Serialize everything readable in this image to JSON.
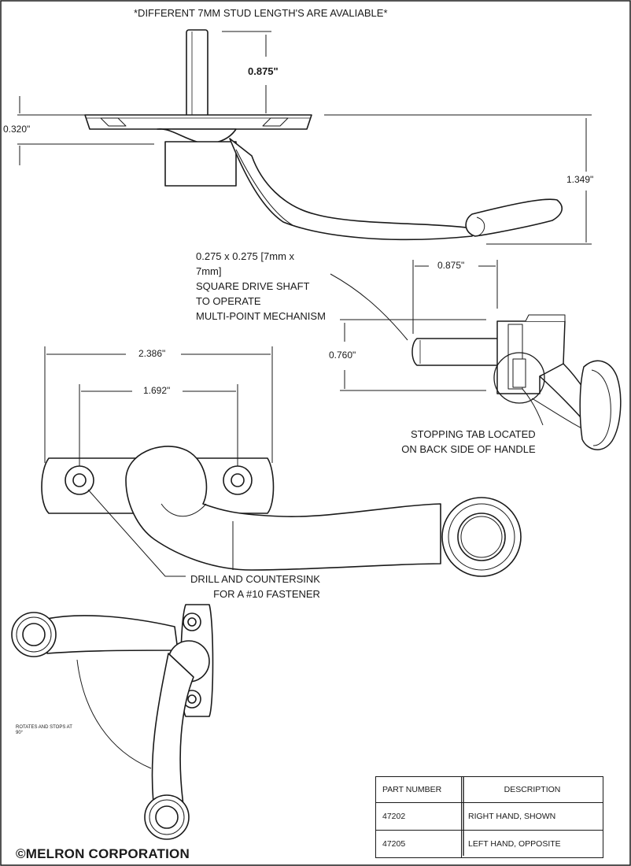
{
  "header_note": "*DIFFERENT 7MM STUD LENGTH'S ARE AVALIABLE*",
  "side_view": {
    "dim_stud": "0.875\"",
    "dim_plate": "0.320\"",
    "dim_height": "1.349\""
  },
  "drive_shaft": {
    "note_lines": [
      "0.275 x 0.275 [7mm x",
      "7mm]",
      "SQUARE DRIVE SHAFT",
      "TO OPERATE",
      "MULTI-POINT MECHANISM"
    ],
    "dim_length": "0.875\"",
    "dim_height": "0.760\"",
    "stopping_tab_lines": [
      "STOPPING TAB LOCATED",
      "ON BACK SIDE OF HANDLE"
    ]
  },
  "top_view": {
    "dim_overall": "2.386\"",
    "dim_holes": "1.692\"",
    "drill_note_lines": [
      "DRILL AND COUNTERSINK",
      "FOR A #10 FASTENER"
    ]
  },
  "rotation_note_lines": [
    "ROTATES AND STOPS AT",
    "90°"
  ],
  "parts_table": {
    "headers": [
      "PART NUMBER",
      "DESCRIPTION"
    ],
    "rows": [
      {
        "part_number": "47202",
        "description": "RIGHT HAND, SHOWN"
      },
      {
        "part_number": "47205",
        "description": "LEFT HAND, OPPOSITE"
      }
    ]
  },
  "copyright": "©MELRON CORPORATION"
}
